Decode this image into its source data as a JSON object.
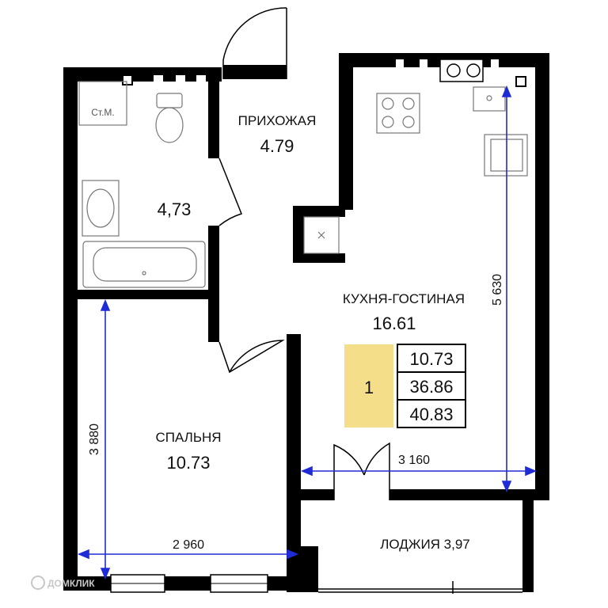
{
  "rooms": {
    "hallway": {
      "name": "ПРИХОЖАЯ",
      "area": "4.79"
    },
    "bathroom": {
      "area": "4,73",
      "washer_label": "Ст.М."
    },
    "kitchen_living": {
      "name": "КУХНЯ-ГОСТИНАЯ",
      "area": "16.61"
    },
    "bedroom": {
      "name": "СПАЛЬНЯ",
      "area": "10.73"
    },
    "loggia": {
      "name_area": "ЛОДЖИЯ 3,97"
    }
  },
  "dimensions": {
    "bedroom_height": "3 880",
    "bedroom_width": "2 960",
    "kitchen_width": "3 160",
    "kitchen_height": "5 630"
  },
  "summary": {
    "rooms_count": "1",
    "values": [
      "10.73",
      "36.86",
      "40.83"
    ]
  },
  "colors": {
    "wall": "#000000",
    "dimension": "#1f2bd6",
    "badge": "#f5de8a"
  },
  "watermark": "ДОМКЛИК"
}
